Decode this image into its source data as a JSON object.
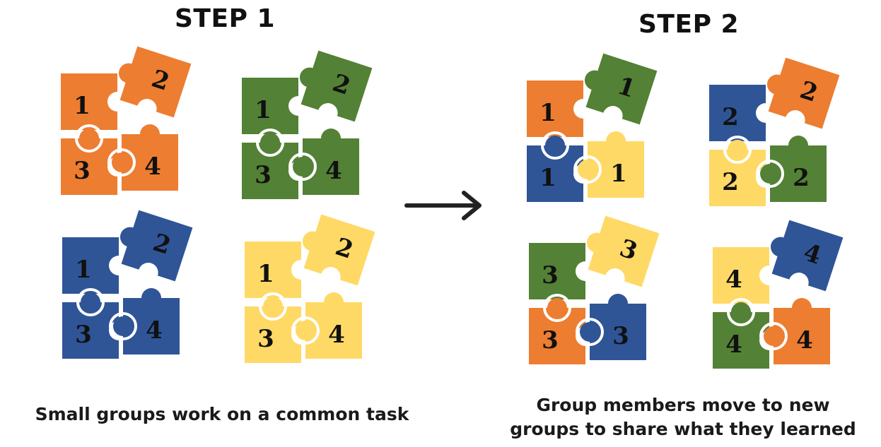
{
  "colors": {
    "orange": "#ED7D31",
    "green": "#538135",
    "blue": "#2F5597",
    "yellow": "#FFD966",
    "arrow": "#222222"
  },
  "step1": {
    "title": "STEP 1",
    "caption": "Small groups work on a common task",
    "puzzles": [
      {
        "pieces": [
          {
            "color": "orange",
            "label": "1"
          },
          {
            "color": "orange",
            "label": "2"
          },
          {
            "color": "orange",
            "label": "3"
          },
          {
            "color": "orange",
            "label": "4"
          }
        ]
      },
      {
        "pieces": [
          {
            "color": "green",
            "label": "1"
          },
          {
            "color": "green",
            "label": "2"
          },
          {
            "color": "green",
            "label": "3"
          },
          {
            "color": "green",
            "label": "4"
          }
        ]
      },
      {
        "pieces": [
          {
            "color": "blue",
            "label": "1"
          },
          {
            "color": "blue",
            "label": "2"
          },
          {
            "color": "blue",
            "label": "3"
          },
          {
            "color": "blue",
            "label": "4"
          }
        ]
      },
      {
        "pieces": [
          {
            "color": "yellow",
            "label": "1"
          },
          {
            "color": "yellow",
            "label": "2"
          },
          {
            "color": "yellow",
            "label": "3"
          },
          {
            "color": "yellow",
            "label": "4"
          }
        ]
      }
    ]
  },
  "step2": {
    "title": "STEP 2",
    "caption_line1": "Group members move to new",
    "caption_line2": "groups to share what they learned",
    "puzzles": [
      {
        "pieces": [
          {
            "color": "orange",
            "label": "1"
          },
          {
            "color": "green",
            "label": "1"
          },
          {
            "color": "blue",
            "label": "1"
          },
          {
            "color": "yellow",
            "label": "1"
          }
        ]
      },
      {
        "pieces": [
          {
            "color": "blue",
            "label": "2"
          },
          {
            "color": "orange",
            "label": "2"
          },
          {
            "color": "yellow",
            "label": "2"
          },
          {
            "color": "green",
            "label": "2"
          }
        ]
      },
      {
        "pieces": [
          {
            "color": "green",
            "label": "3"
          },
          {
            "color": "yellow",
            "label": "3"
          },
          {
            "color": "orange",
            "label": "3"
          },
          {
            "color": "blue",
            "label": "3"
          }
        ]
      },
      {
        "pieces": [
          {
            "color": "yellow",
            "label": "4"
          },
          {
            "color": "blue",
            "label": "4"
          },
          {
            "color": "green",
            "label": "4"
          },
          {
            "color": "orange",
            "label": "4"
          }
        ]
      }
    ]
  }
}
